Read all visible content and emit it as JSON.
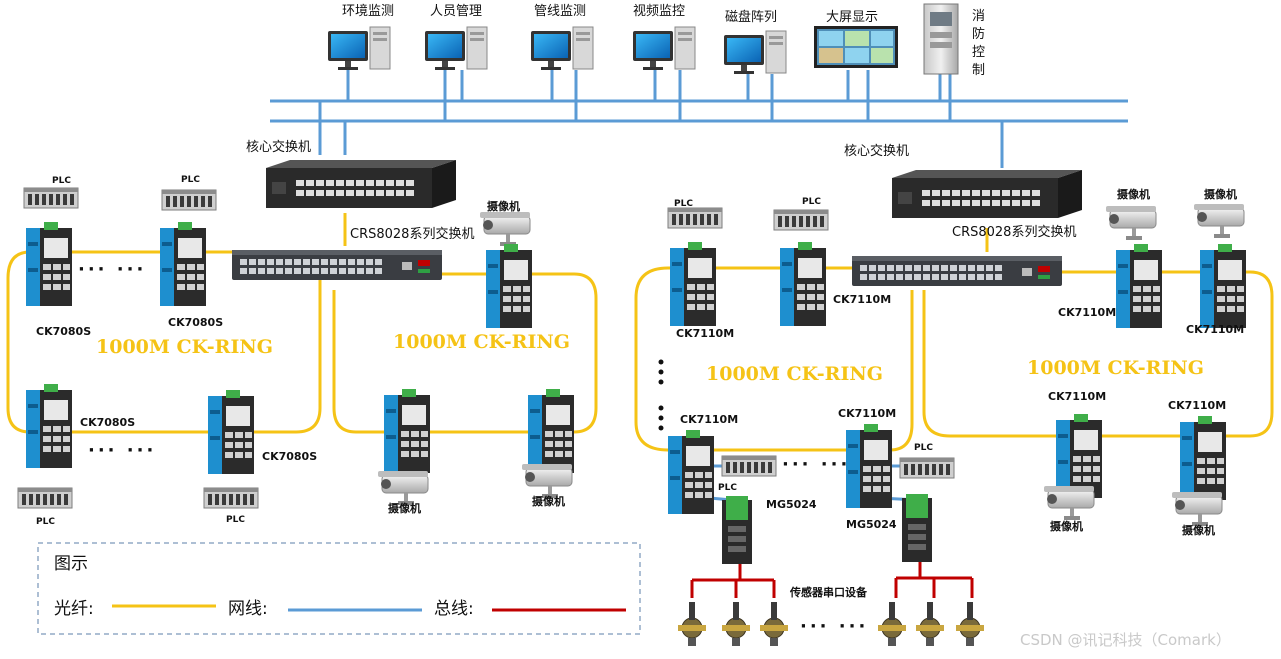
{
  "top_stations": [
    {
      "label": "环境监测"
    },
    {
      "label": "人员管理"
    },
    {
      "label": "管线监测"
    },
    {
      "label": "视频监控"
    },
    {
      "label": "磁盘阵列"
    },
    {
      "label": "大屏显示"
    }
  ],
  "fire_control_chars": [
    "消",
    "防",
    "控",
    "制"
  ],
  "core_switch_label": "核心交换机",
  "crs_switch_label": "CRS8028系列交换机",
  "ring_label": "1000M CK-RING",
  "plc_label": "PLC",
  "camera_label": "摄像机",
  "ck7080s_label": "CK7080S",
  "ck7110m_label": "CK7110M",
  "mg5024_label": "MG5024",
  "sensor_label": "传感器串口设备",
  "dots_label": "··· ···",
  "legend": {
    "title": "图示",
    "fiber": "光纤:",
    "net": "网线:",
    "bus": "总线:"
  },
  "colors": {
    "fiber": "#f5c316",
    "net": "#5b9bd5",
    "bus": "#c00000",
    "ring_text": "#f5c316"
  },
  "watermark": "CSDN @讯记科技（Comark）"
}
